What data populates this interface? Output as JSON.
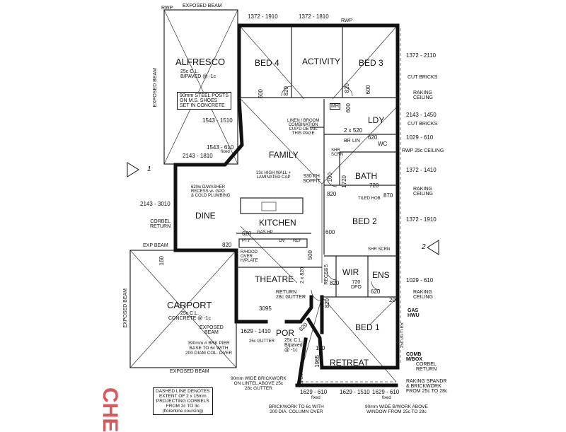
{
  "rooms": {
    "alfresco": "ALFRESCO",
    "bed4": "BED 4",
    "activity": "ACTIVITY",
    "bed3": "BED 3",
    "ldy": "LDY",
    "family": "FAMILY",
    "bath": "BATH",
    "dine": "DINE",
    "kitchen": "KITCHEN",
    "bed2": "BED 2",
    "theatre": "THEATRE",
    "wir": "WIR",
    "ens": "ENS",
    "carport": "CARPORT",
    "por": "POR",
    "bed1": "BED 1",
    "retreat": "RETREAT",
    "wc": "WC",
    "mh": "MH",
    "br": "BR",
    "lin": "LIN",
    "pty": "PTY",
    "ov": "OV",
    "ref": "REF",
    "gas_hp": "GAS HP",
    "dfo": "720\nDFO"
  },
  "dimensions": {
    "top1": "1372 - 1910",
    "top2": "1372 - 1810",
    "r1": "1372 - 2110",
    "r2": "2143 - 1450",
    "r3": "1029 - 610",
    "r4": "1372 - 1410",
    "r5": "1372 - 1910",
    "r6": "1029 - 610",
    "alf1": "1543 - 1510",
    "alf2": "1543 - 610",
    "alf3": "2143 - 1810",
    "dine1": "2143 - 3010",
    "car1": "1629 - 1410",
    "bot1": "1629 - 610",
    "bot2": "1629 - 1510",
    "bot3": "1629 - 610",
    "d_3095": "3095",
    "d_820a": "820",
    "d_820b": "820",
    "d_820c": "820",
    "d_820d": "820",
    "d_820e": "820",
    "d_820f": "820",
    "d_820g": "820",
    "d_600a": "600",
    "d_600b": "600",
    "d_600c": "600",
    "d_600d": "600",
    "d_620a": "620",
    "d_620b": "620",
    "d_620c": "620",
    "d_720": "720",
    "d_870": "870",
    "d_500": "500",
    "d_200": "200",
    "d_120": "120",
    "d_1965": "1965",
    "d_100": "100",
    "d_1720": "1720",
    "d_160": "160",
    "d_2x820": "2 x 820",
    "d_2x520": "2 x 520",
    "fixed1": "fixed",
    "fixed2": "fixed",
    "fixed3": "fixed"
  },
  "notes": {
    "rwp": "RWP",
    "exposed_beam_top": "EXPOSED BEAM",
    "exposed_beam_left": "EXPOSED BEAM",
    "exposed_beam_carport": "EXPOSED BEAM",
    "exposed_beam_bottom": "EXPOSED BEAM",
    "exposed_beam_small": "EXPOSED\nBEAM",
    "exp_beam": "EXP BEAM",
    "alfresco_sub": "25c C.L.\nB/PAVED @ -1c",
    "steel_posts": "90mm STEEL POSTS\nON M.S. SHOES\nSET IN CONCRETE",
    "linen": "LINEN / BROOM\nCOMBINATION\nCUP'D DETAIL\nTHIS PAGE",
    "shr_scrn": "SHR\nSCRN",
    "shr_scrn2": "SHR SCRN",
    "wall_13c": "13c HIGH WALL +\nLAMINATED CAP",
    "soffit": "930 FH\nSOFFIT",
    "washer": "620w D/WASHER\nRECESS w- GPO\n& COLD PLUMBING",
    "tiled_hob": "TILED HOB",
    "corbel_return": "CORBEL\nRETURN",
    "rhood": "R/HOOD\nOVER\nH/PLATE",
    "recess": "RECESS",
    "return_gutter": "RETURN\n28c GUTTER",
    "carport_sub": "25c C.L.\nCONCRETE @ -1c",
    "pier": "390mm # BRK PIER\nBASE TO 6c WITH\n200 DIAM COL. OVER",
    "gutter25": "25c GUTTER",
    "por_sub": "25c C.L.\nB/paved\n@ -1c",
    "brickwork_lintel": "90mm WIDE BRICKWORK\nON LINTEL ABOVE 25c\n28c GUTTER",
    "dashed_line": "DASHED LINE DENOTES\nEXTENT OF 2 x 15mm\nPROJECTING CORBELS\nFROM 2c TO 3c\n(florentine coursing)",
    "gutter28": "28 GUTTER",
    "brickwork_col": "BRICKWORK TO 6c WITH\n200 DIA. COLUMN OVER",
    "brickwork_above": "90mm WIDE B/WORK ABOVE\nWINDOW FROM 25c TO 28c",
    "cut_bricks1": "CUT BRICKS",
    "raking1": "RAKING\nCEILING",
    "cut_bricks2": "CUT BRICKS",
    "rwp_ceiling": "RWP 25c CEILING",
    "raking2": "RAKING\nCEILING",
    "raking3": "RAKING\nCEILING",
    "gas_hwu": "GAS\nHWU",
    "gutter_side": "25c GUTTER",
    "comb_box": "COMB\nM/BOX",
    "corbel_return2": "CORBEL\nRETURN",
    "raking_spandrel": "RAKING SPANDR\n& BRICKWORK\nFROM 25c TO 28c",
    "section1": "1",
    "section2": "2",
    "stamp": "CHE"
  }
}
